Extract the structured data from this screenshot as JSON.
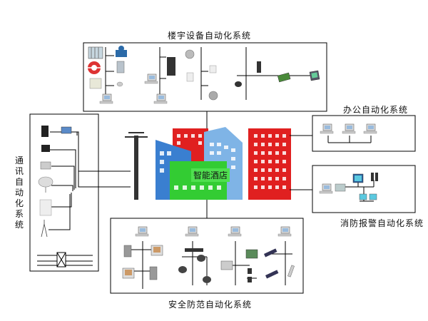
{
  "labels": {
    "building_automation": "楼宇设备自动化系统",
    "office_automation": "办公自动化系统",
    "fire_alarm_automation": "消防报警自动化系统",
    "security_automation": "安全防范自动化系统",
    "communication_automation": "通讯自动化系统",
    "center": "智能酒店"
  },
  "colors": {
    "line": "#000000",
    "building_red": "#e02020",
    "building_blue": "#3a7fd0",
    "building_lightblue": "#7fb4e6",
    "building_green": "#33cc33",
    "pole": "#333333"
  },
  "icons": [
    "computer-icon",
    "camera-icon",
    "valve-icon",
    "fan-icon",
    "sensor-icon",
    "speaker-icon",
    "circuit-board-icon",
    "monitor-icon",
    "phone-icon",
    "satellite-dish-icon",
    "antenna-tower-icon",
    "intercom-icon"
  ]
}
